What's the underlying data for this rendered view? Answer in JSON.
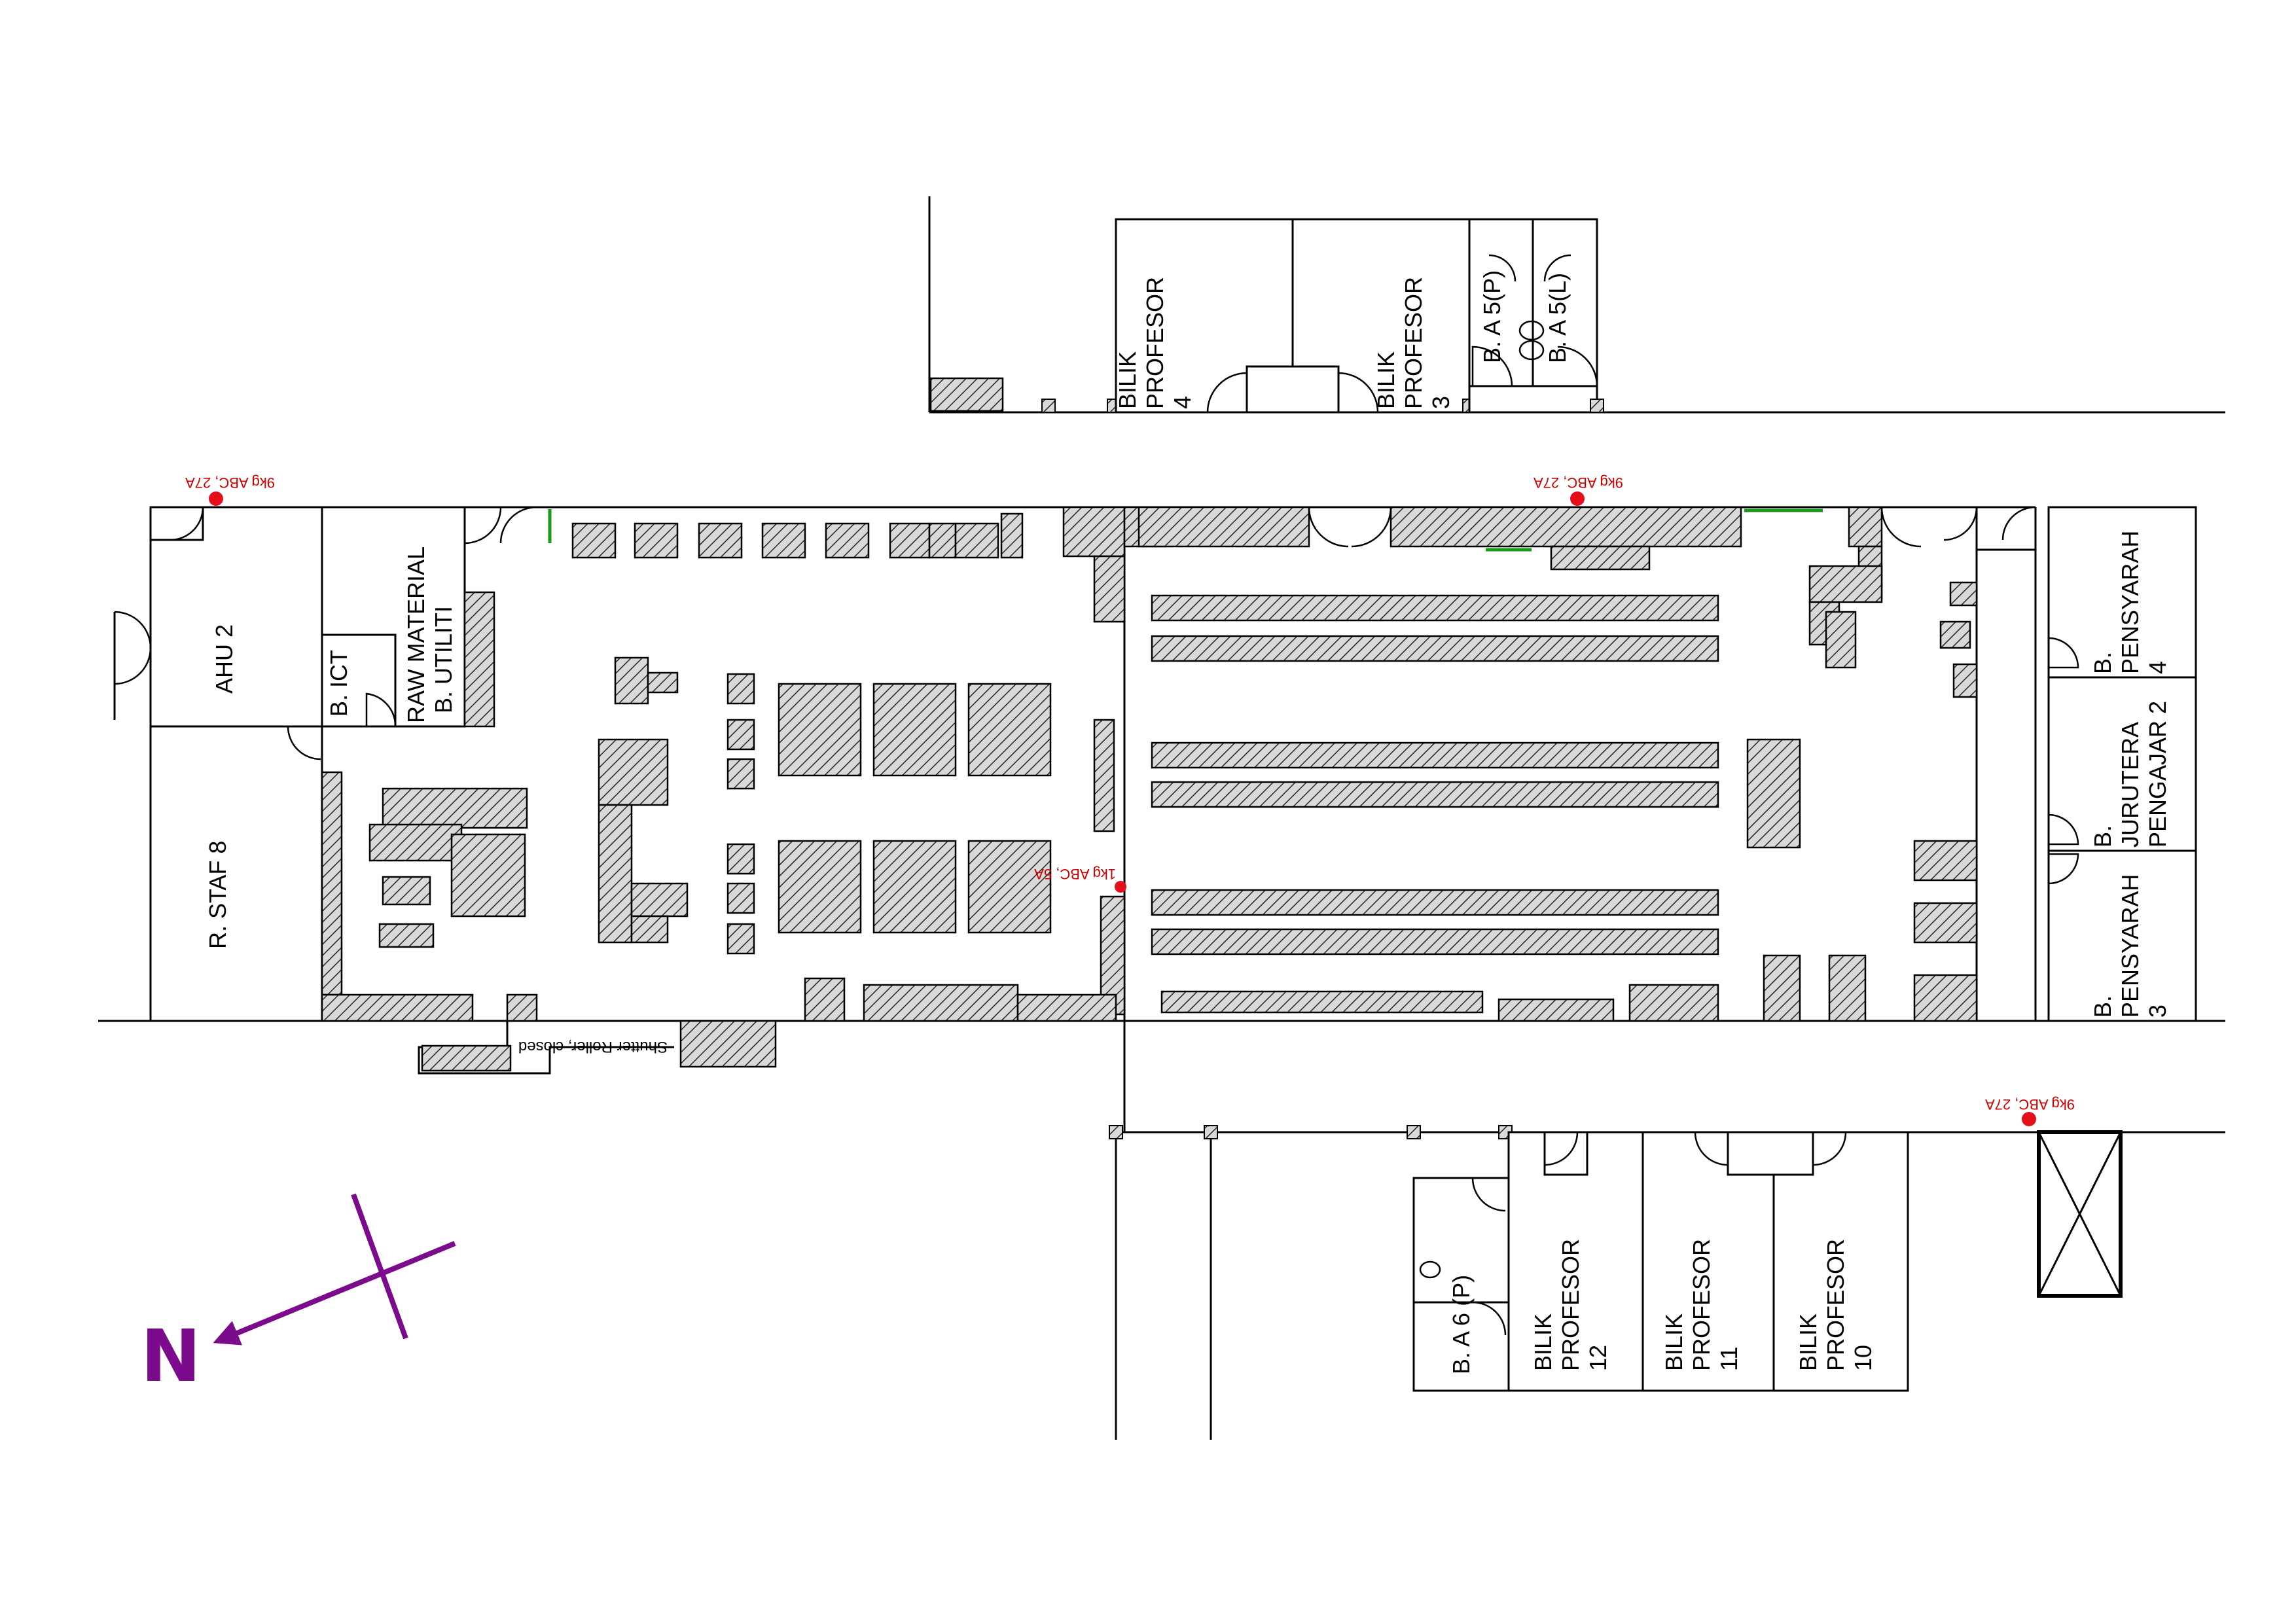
{
  "rooms": {
    "ahu2": "AHU 2",
    "rstaf8": "R. STAF 8",
    "bict": "B. ICT",
    "raw_material": "RAW MATERIAL",
    "butiliti": "B. UTILITI",
    "bilik_prof_4": [
      "BILIK",
      "PROFESOR",
      "4"
    ],
    "bilik_prof_3": [
      "BILIK",
      "PROFESOR",
      "3"
    ],
    "ba5p": "B. A 5(P)",
    "ba5l": "B. A 5(L)",
    "pensyarah4": [
      "B.",
      "PENSYARAH",
      "4"
    ],
    "jurutera": [
      "B.",
      "JURUTERA",
      "PENGAJAR 2"
    ],
    "pensyarah3": [
      "B.",
      "PENSYARAH",
      "3"
    ],
    "ba6p": "B. A 6 (P)",
    "bilik_prof_12": [
      "BILIK",
      "PROFESOR",
      "12"
    ],
    "bilik_prof_11": [
      "BILIK",
      "PROFESOR",
      "11"
    ],
    "bilik_prof_10": [
      "BILIK",
      "PROFESOR",
      "10"
    ]
  },
  "extinguishers": {
    "ext1": "9kg ABC, 27A",
    "ext2": "9kg ABC, 27A",
    "ext3": "1kg ABC, 5A",
    "ext4": "9kg ABC, 27A"
  },
  "notes": {
    "shutter": "Shutter Roller, closed"
  },
  "compass": {
    "label": "N"
  },
  "colors": {
    "extinguisher": "#e3101a",
    "compass": "#7b0a8c",
    "green_marker": "#1a9a1a"
  }
}
